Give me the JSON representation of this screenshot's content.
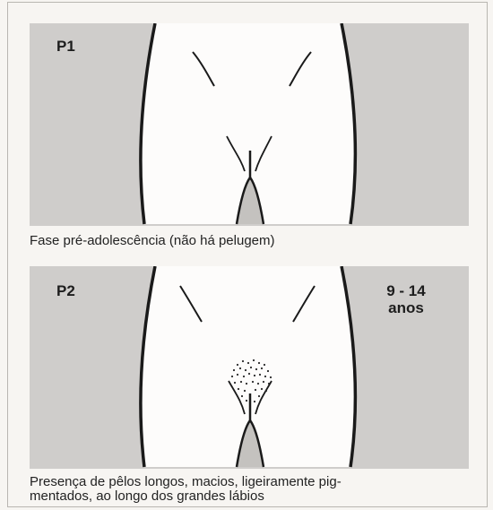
{
  "panel1": {
    "label": "P1",
    "caption": "Fase pré-adolescência (não há pelugem)"
  },
  "panel2": {
    "label": "P2",
    "age_range": "9 - 14",
    "age_unit": "anos",
    "caption_line1": "Presença de pêlos longos, macios, ligeiramente pig-",
    "caption_line2": "mentados, ao longo dos grandes lábios"
  },
  "colors": {
    "panel_bg": "#cfcdcb",
    "figure_fill": "#fdfcfb",
    "outline": "#1a1a1a"
  }
}
